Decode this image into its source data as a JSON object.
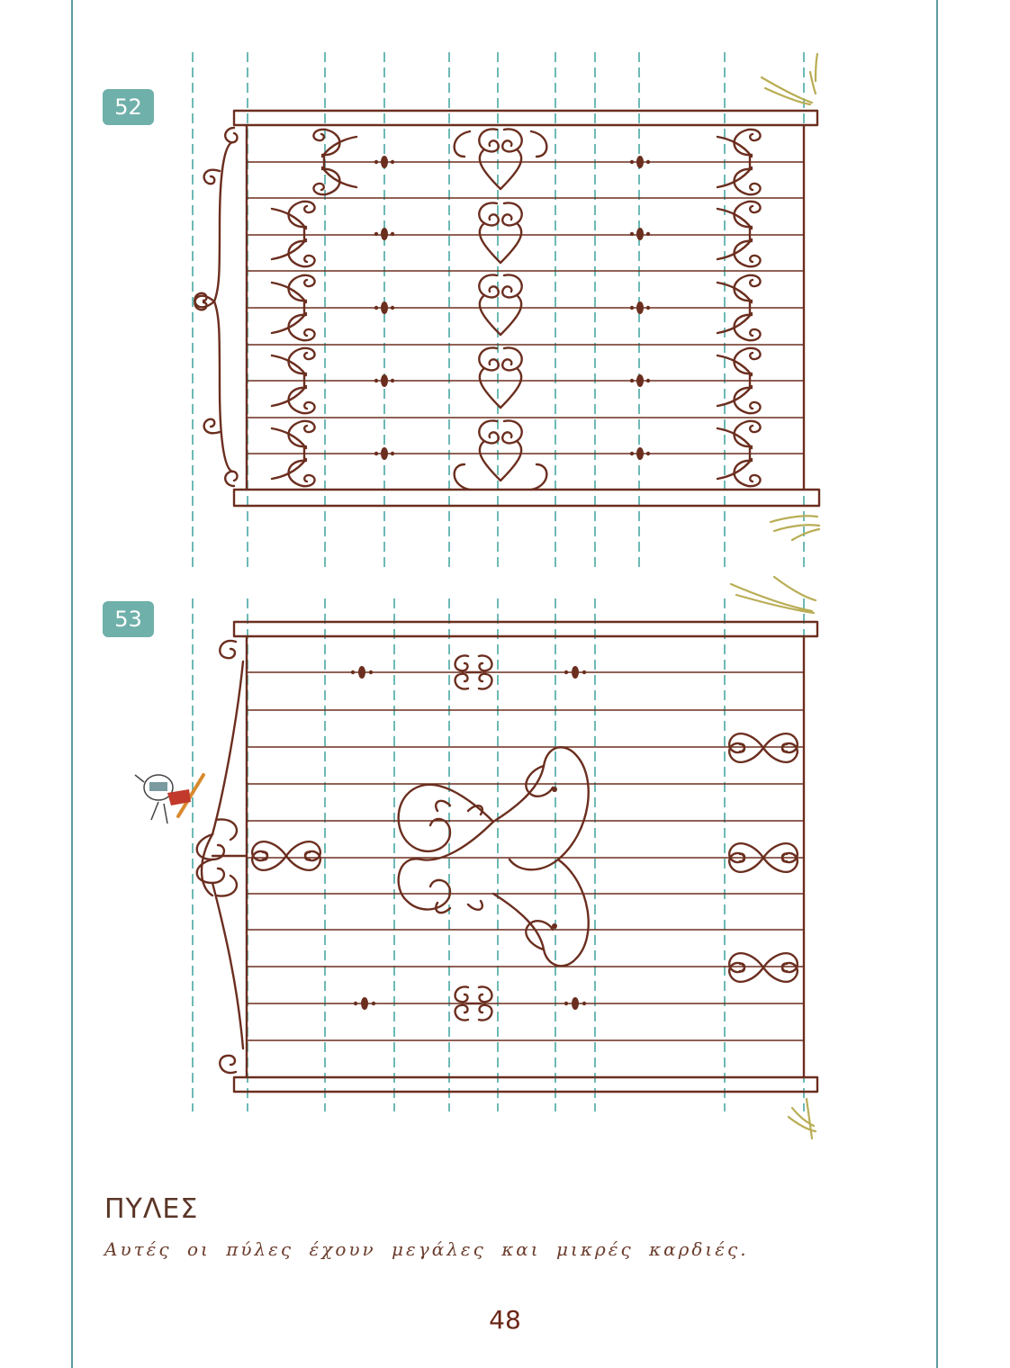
{
  "exercises": [
    {
      "number": "52"
    },
    {
      "number": "53"
    }
  ],
  "heading": "ΠΥΛΕΣ",
  "caption": "Αυτές οι πύλες έχουν μεγάλες και μικρές καρδιές.",
  "page_number": "48",
  "colors": {
    "ink": "#6b2e1f",
    "guide_lines": "#49a8a3",
    "badge": "#6fb0aa",
    "margin": "#5e9aa3",
    "grass": "#b9ad55"
  },
  "icons": [
    "scroll-ornament",
    "heart-scroll",
    "rivet-dot",
    "grass-tuft",
    "child-with-pencil-illustration"
  ]
}
